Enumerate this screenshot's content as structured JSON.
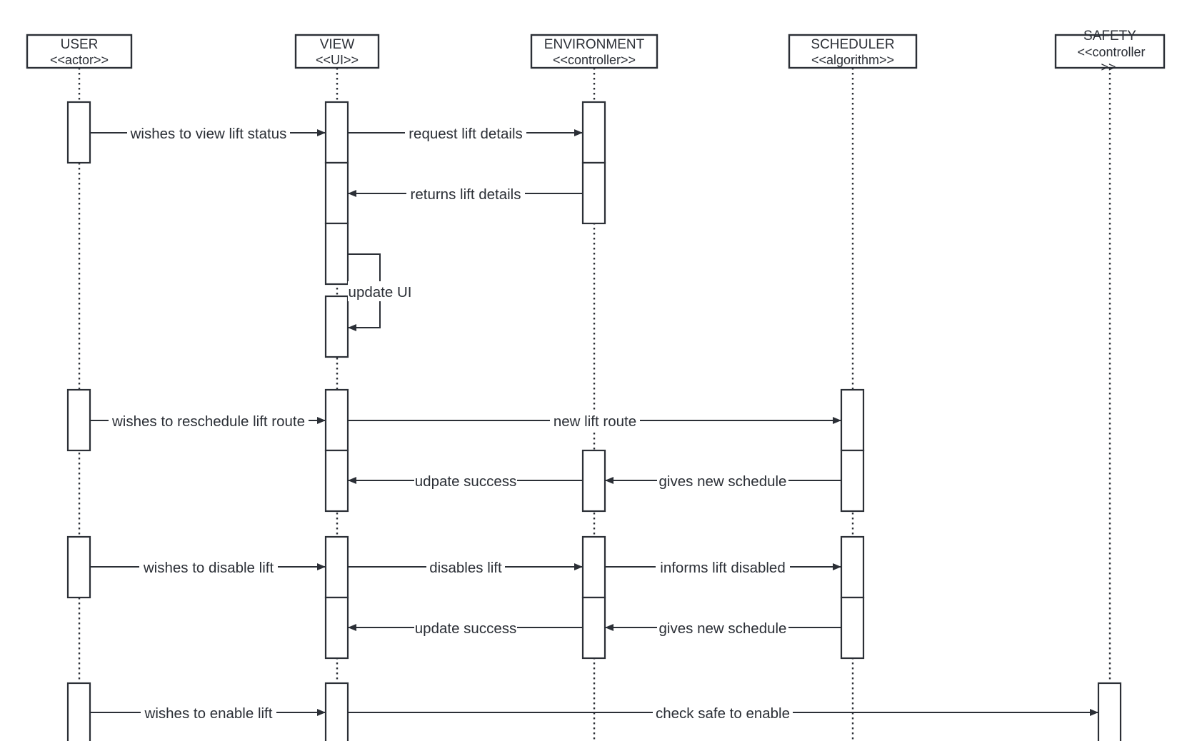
{
  "participants": [
    {
      "id": "user",
      "name": "USER",
      "stereotype": "<<actor>>"
    },
    {
      "id": "view",
      "name": "VIEW",
      "stereotype": "<<UI>>"
    },
    {
      "id": "env",
      "name": "ENVIRONMENT",
      "stereotype": "<<controller>>"
    },
    {
      "id": "sched",
      "name": "SCHEDULER",
      "stereotype": "<<algorithm>>"
    },
    {
      "id": "safety",
      "name": "SAFETY",
      "stereotype": "<<controller",
      "stereotype_overflow": ">>"
    }
  ],
  "messages": [
    {
      "id": "m1",
      "from": "user",
      "to": "view",
      "label": "wishes to view lift status"
    },
    {
      "id": "m2",
      "from": "view",
      "to": "env",
      "label": "request lift details"
    },
    {
      "id": "m3",
      "from": "env",
      "to": "view",
      "label": "returns lift details"
    },
    {
      "id": "m4",
      "from": "view",
      "to": "view",
      "label": "update UI",
      "self": true
    },
    {
      "id": "m5",
      "from": "user",
      "to": "view",
      "label": "wishes to reschedule lift route"
    },
    {
      "id": "m6",
      "from": "view",
      "to": "sched",
      "label": "new lift route"
    },
    {
      "id": "m7",
      "from": "env",
      "to": "view",
      "label": "udpate success"
    },
    {
      "id": "m8",
      "from": "sched",
      "to": "env",
      "label": "gives new schedule"
    },
    {
      "id": "m9",
      "from": "user",
      "to": "view",
      "label": "wishes to disable lift"
    },
    {
      "id": "m10",
      "from": "view",
      "to": "env",
      "label": "disables lift"
    },
    {
      "id": "m11",
      "from": "env",
      "to": "sched",
      "label": "informs lift disabled"
    },
    {
      "id": "m12",
      "from": "env",
      "to": "view",
      "label": "update success"
    },
    {
      "id": "m13",
      "from": "sched",
      "to": "env",
      "label": "gives new schedule"
    },
    {
      "id": "m14",
      "from": "user",
      "to": "view",
      "label": "wishes to enable lift"
    },
    {
      "id": "m15",
      "from": "view",
      "to": "safety",
      "label": "check safe to enable"
    }
  ],
  "colors": {
    "stroke": "#2b2f36",
    "background": "#ffffff"
  }
}
